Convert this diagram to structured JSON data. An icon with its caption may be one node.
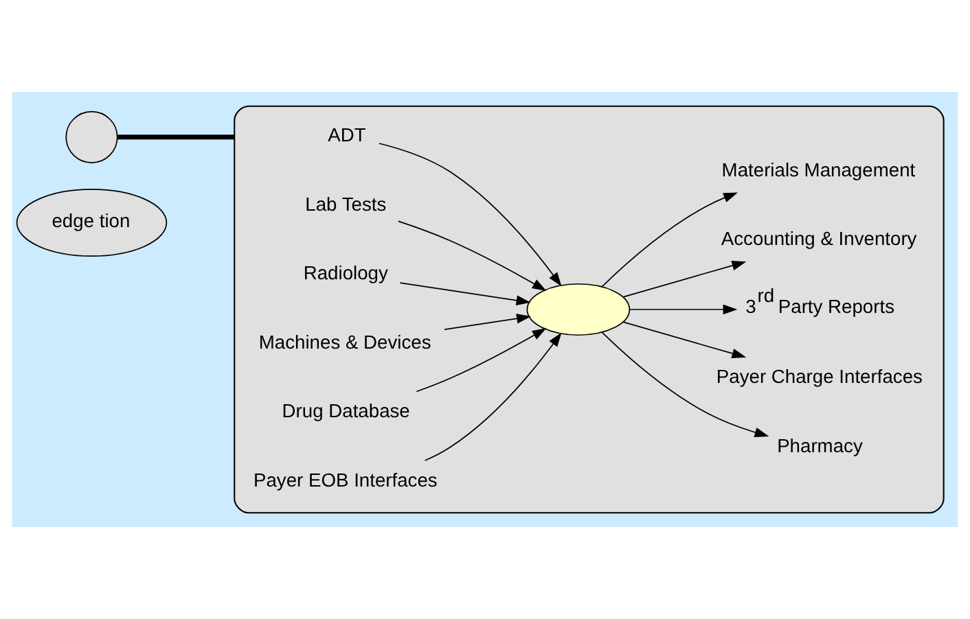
{
  "diagram": {
    "nodes": [
      {
        "text": [
          "edge tion"
        ]
      },
      {
        "text": [],
        "shape": "ellipse"
      },
      {
        "text": [
          "ADT"
        ],
        "in": 1
      },
      {
        "text": [
          "Lab Tests"
        ],
        "in": 1
      },
      {
        "text": [
          "Pharmacy"
        ],
        "in": 1
      },
      {
        "text": [
          "Radiology"
        ],
        "in": 1
      },
      {
        "text": [
          "Machines & Devices"
        ],
        "in": 1
      },
      {
        "text": [
          "Payer Charge Interfaces"
        ],
        "in": 1
      },
      {
        "text": [],
        "shape": "ellipse",
        "in": 1
      },
      {
        "text": [
          "Drug Database"
        ],
        "in": 1
      },
      {
        "text": [
          "Payer EOB Interfaces"
        ],
        "in": 1
      },
      {
        "text": [
          "3$^{rd}$ Party Reports"
        ],
        "in": 1
      },
      {
        "text": [
          "Accounting & Inventory"
        ],
        "in": 1
      },
      {
        "text": [
          "Materials Management"
        ],
        "in": 1
      },
      {
        "text": [],
        "shape": "circle"
      }
    ],
    "edges": [
      {
        "from": 2,
        "to": 8,
        "arrow": "to"
      },
      {
        "from": 3,
        "to": 8,
        "arrow": "to"
      },
      {
        "from": 8,
        "to": 4,
        "arrow": "to"
      },
      {
        "from": 5,
        "to": 8,
        "arrow": "to"
      },
      {
        "from": 6,
        "to": 8,
        "arrow": "to"
      },
      {
        "from": 8,
        "to": 7,
        "arrow": "to"
      },
      {
        "from": 9,
        "to": 8,
        "arrow": "to"
      },
      {
        "from": 10,
        "to": 8,
        "arrow": "to"
      },
      {
        "from": 8,
        "to": 11,
        "arrow": "to"
      },
      {
        "from": 8,
        "to": 12,
        "arrow": "to"
      },
      {
        "from": 8,
        "to": 13,
        "arrow": "to"
      },
      {
        "from": 14,
        "to": 1,
        "arrow": "none",
        "style": "thick"
      }
    ]
  }
}
